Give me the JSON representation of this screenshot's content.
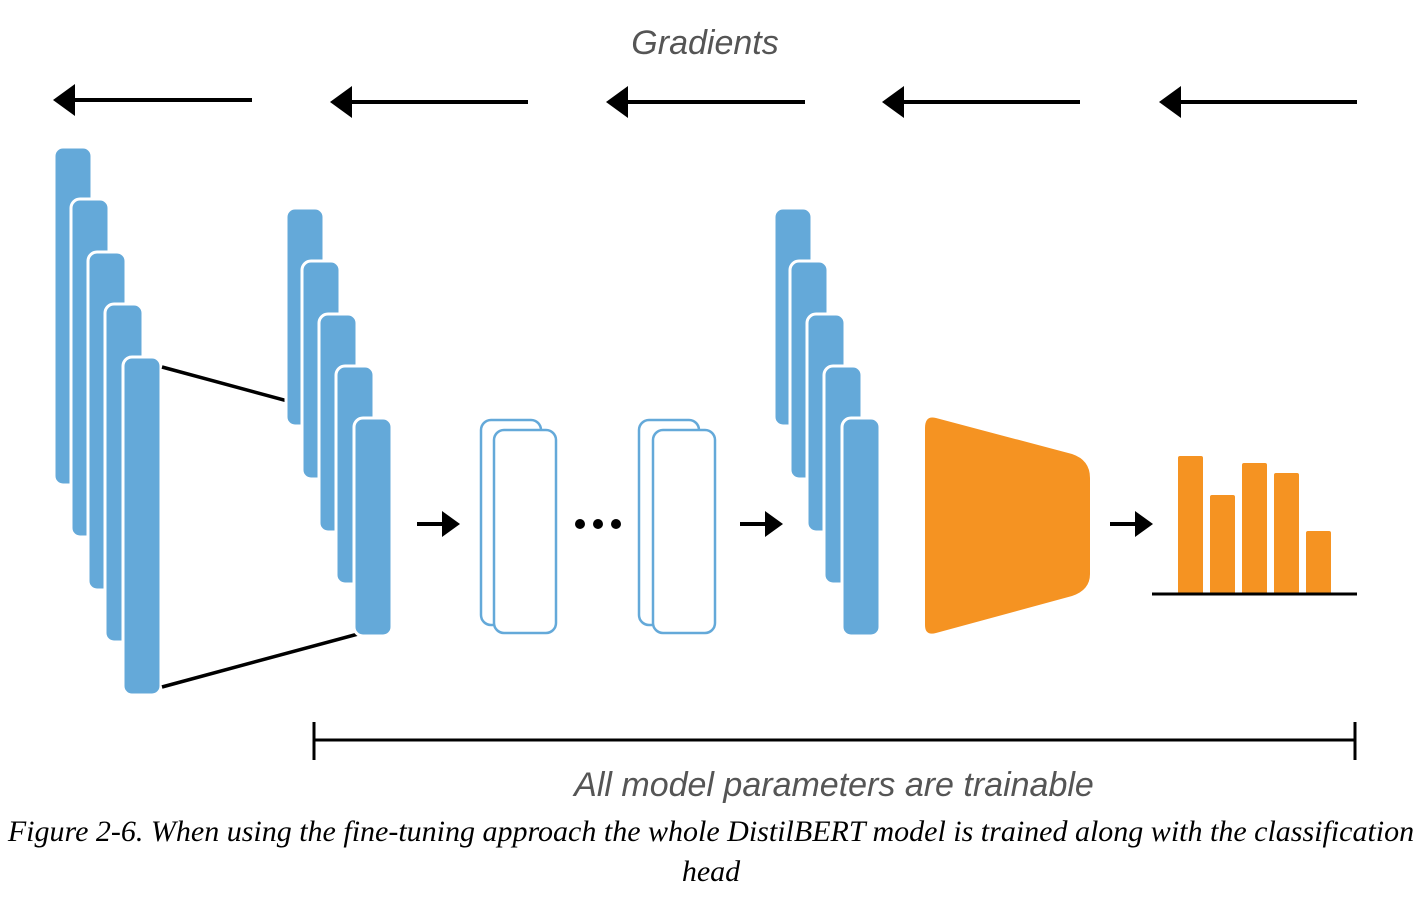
{
  "diagram": {
    "gradients_label": "Gradients",
    "trainable_label": "All model parameters are trainable",
    "colors": {
      "layer": "#64a9d9",
      "hidden_state_outline": "#64a9d9",
      "head": "#f59322",
      "arrow": "#000000"
    },
    "icons": [
      "gradient-arrow-icon",
      "flow-arrow-icon",
      "ellipsis-icon",
      "bar-chart-icon"
    ]
  },
  "caption": {
    "text": "Figure 2-6. When using the fine-tuning approach the whole DistilBERT model is trained along with the classification head"
  }
}
